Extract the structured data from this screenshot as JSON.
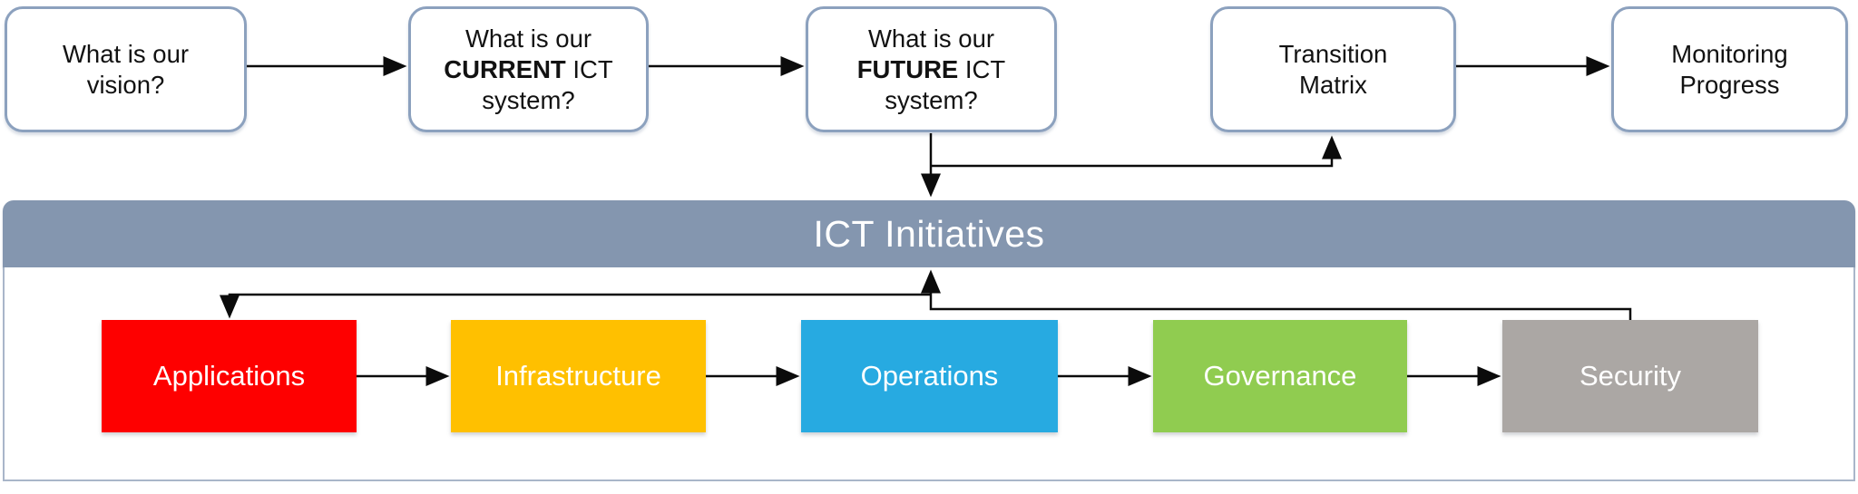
{
  "flow": {
    "steps": [
      {
        "line1": "What is our",
        "line2": "vision?"
      },
      {
        "line1": "What is our",
        "bold": "CURRENT",
        "after_bold": " ICT",
        "line3": "system?"
      },
      {
        "line1": "What is our",
        "bold": "FUTURE",
        "after_bold": " ICT",
        "line3": "system?"
      },
      {
        "line1": "Transition",
        "line2": "Matrix"
      },
      {
        "line1": "Monitoring",
        "line2": "Progress"
      }
    ]
  },
  "panel": {
    "title": "ICT Initiatives",
    "header_color": "#8496AF",
    "border_color": "#A9B6C9"
  },
  "initiatives": [
    {
      "label": "Applications",
      "color": "#FE0000"
    },
    {
      "label": "Infrastructure",
      "color": "#FFC000"
    },
    {
      "label": "Operations",
      "color": "#27AAE1"
    },
    {
      "label": "Governance",
      "color": "#90CC50"
    },
    {
      "label": "Security",
      "color": "#ABA7A4"
    }
  ],
  "colors": {
    "step_border": "#8CA1BE",
    "connector": "#0b0b0b"
  }
}
